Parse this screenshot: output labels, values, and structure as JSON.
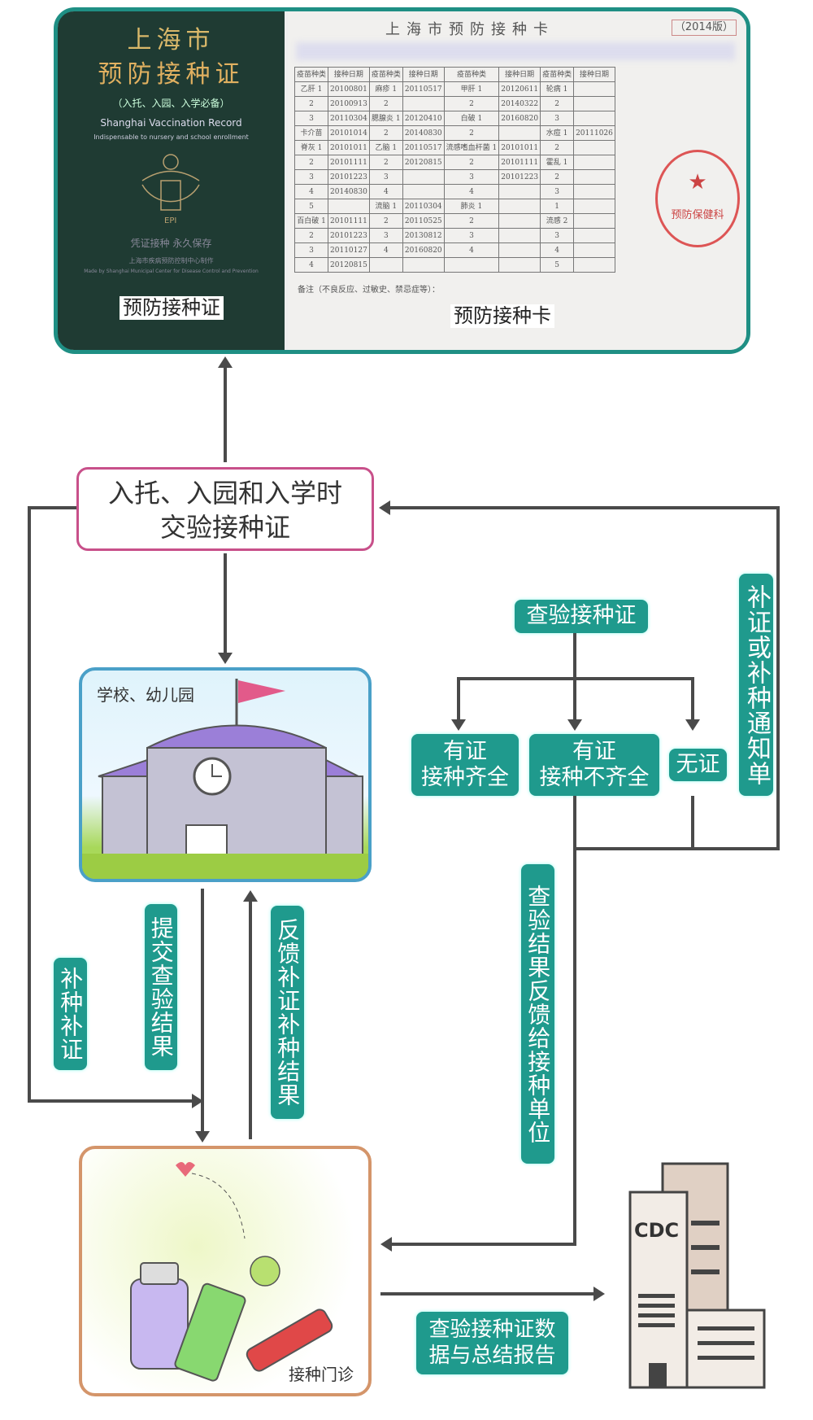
{
  "card": {
    "cover": {
      "city": "上海市",
      "title": "预防接种证",
      "subtitle": "（入托、入园、入学必备）",
      "en_title": "Shanghai Vaccination Record",
      "en_sub": "Indispensable to nursery and school enrollment",
      "logo": "EPI",
      "slogan": "凭证接种  永久保存",
      "maker": "上海市疾病预防控制中心制作",
      "maker_en": "Made by Shanghai Municipal Center for Disease Control and Prevention",
      "caption": "预防接种证"
    },
    "sheet": {
      "title": "上海市预防接种卡",
      "edition": "（2014版）",
      "headers": [
        "疫苗种类",
        "接种日期",
        "疫苗种类",
        "接种日期",
        "疫苗种类",
        "接种日期",
        "疫苗种类",
        "接种日期",
        "疫苗种类",
        "接种日期"
      ],
      "rows": [
        [
          "乙肝 1",
          "20100801",
          "麻疹 1",
          "20110517",
          "甲肝 1",
          "20120611",
          "轮病 1",
          ""
        ],
        [
          "2",
          "20100913",
          "2",
          "",
          "2",
          "20140322",
          "2",
          ""
        ],
        [
          "3",
          "20110304",
          "腮腺炎 1",
          "20120410",
          "白破 1",
          "20160820",
          "3",
          ""
        ],
        [
          "卡介苗",
          "20101014",
          "2",
          "20140830",
          "2",
          "",
          "水痘 1",
          "20111026"
        ],
        [
          "脊灰 1",
          "20101011",
          "乙脑 1",
          "20110517",
          "流感嗜血杆菌 1",
          "20101011",
          "2",
          ""
        ],
        [
          "2",
          "20101111",
          "2",
          "20120815",
          "2",
          "20101111",
          "霍乱 1",
          ""
        ],
        [
          "3",
          "20101223",
          "3",
          "",
          "3",
          "20101223",
          "2",
          ""
        ],
        [
          "4",
          "20140830",
          "4",
          "",
          "4",
          "",
          "3",
          ""
        ],
        [
          "5",
          "",
          "流脑 1",
          "20110304",
          "肺炎 1",
          "",
          "1",
          ""
        ],
        [
          "百白破 1",
          "20101111",
          "2",
          "20110525",
          "2",
          "",
          "流感 2",
          ""
        ],
        [
          "2",
          "20101223",
          "3",
          "20130812",
          "3",
          "",
          "3",
          ""
        ],
        [
          "3",
          "20110127",
          "4",
          "20160820",
          "4",
          "",
          "4",
          ""
        ],
        [
          "4",
          "20120815",
          "",
          "",
          "",
          "",
          "5",
          ""
        ]
      ],
      "note": "备注（不良反应、过敏史、禁忌症等）：",
      "stamp": "预防保健科",
      "caption": "预防接种卡"
    }
  },
  "nodes": {
    "check_at_entry": [
      "入托、入园和入学时",
      "交验接种证"
    ],
    "school": "学校、幼儿园",
    "verify": "查验接种证",
    "complete": [
      "有证",
      "接种齐全"
    ],
    "incomplete": [
      "有证",
      "接种不齐全"
    ],
    "none": "无证",
    "notice": "补证或补种通知单",
    "feedback_to_unit": "查验结果反馈给接种单位",
    "supplement": "补种补证",
    "submit": "提交查验结果",
    "feedback_result": "反馈补证补种结果",
    "clinic": "接种门诊",
    "report": [
      "查验接种证数",
      "据与总结报告"
    ],
    "cdc": "CDC"
  },
  "colors": {
    "teal": "#1f9a8d",
    "line": "#4a4a4a",
    "pink": "#c8508a",
    "blue": "#4aa0c8",
    "orange": "#d4956a"
  }
}
